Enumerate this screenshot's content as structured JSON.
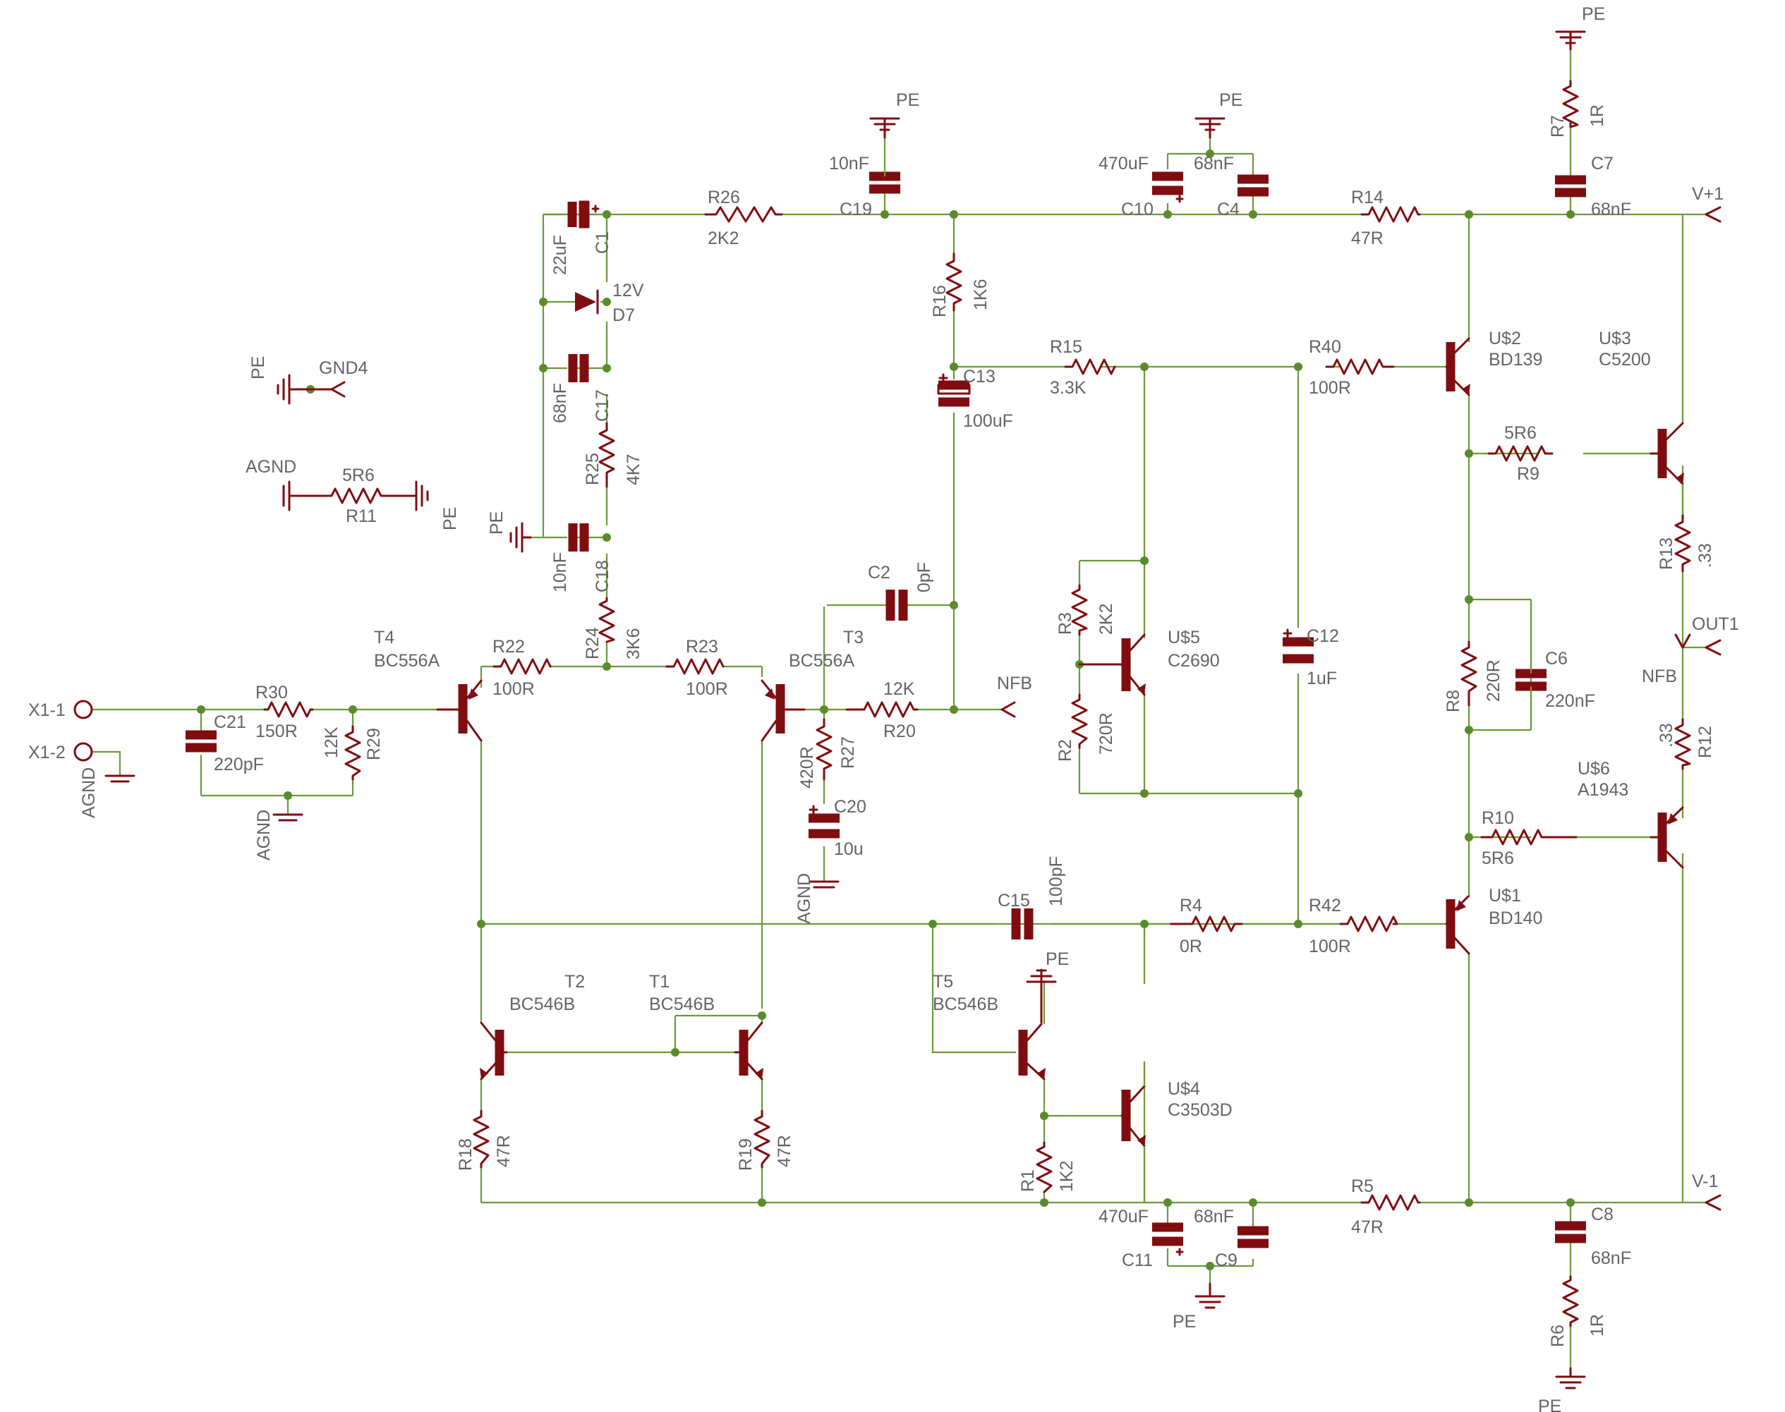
{
  "colors": {
    "wire": "#6a9a3a",
    "component": "#7f0d10",
    "text": "#646464",
    "junction": "#5a8c2b"
  },
  "labels": {
    "pe": "PE",
    "agnd": "AGND",
    "gnd4": "GND4",
    "nfb": "NFB",
    "vpos": "V+1",
    "vneg": "V-1",
    "out1": "OUT1",
    "x1_1": "X1-1",
    "x1_2": "X1-2"
  },
  "components": {
    "r1": {
      "name": "R1",
      "value": "1K2"
    },
    "r2": {
      "name": "R2",
      "value": "720R"
    },
    "r3": {
      "name": "R3",
      "value": "2K2"
    },
    "r4": {
      "name": "R4",
      "value": "0R"
    },
    "r5": {
      "name": "R5",
      "value": "47R"
    },
    "r6": {
      "name": "R6",
      "value": "1R"
    },
    "r7": {
      "name": "R7",
      "value": "1R"
    },
    "r8": {
      "name": "R8",
      "value": "220R"
    },
    "r9": {
      "name": "R9",
      "value": "5R6"
    },
    "r10": {
      "name": "R10",
      "value": "5R6"
    },
    "r11": {
      "name": "R11",
      "value": "5R6"
    },
    "r12": {
      "name": "R12",
      "value": ".33"
    },
    "r13": {
      "name": "R13",
      "value": ".33"
    },
    "r14": {
      "name": "R14",
      "value": "47R"
    },
    "r15": {
      "name": "R15",
      "value": "3.3K"
    },
    "r16": {
      "name": "R16",
      "value": "1K6"
    },
    "r18": {
      "name": "R18",
      "value": "47R"
    },
    "r19": {
      "name": "R19",
      "value": "47R"
    },
    "r20": {
      "name": "R20",
      "value": "12K"
    },
    "r22": {
      "name": "R22",
      "value": "100R"
    },
    "r23": {
      "name": "R23",
      "value": "100R"
    },
    "r24": {
      "name": "R24",
      "value": "3K6"
    },
    "r25": {
      "name": "R25",
      "value": "4K7"
    },
    "r26": {
      "name": "R26",
      "value": "2K2"
    },
    "r27": {
      "name": "R27",
      "value": "420R"
    },
    "r29": {
      "name": "R29",
      "value": "12K"
    },
    "r30": {
      "name": "R30",
      "value": "150R"
    },
    "r40": {
      "name": "R40",
      "value": "100R"
    },
    "r42": {
      "name": "R42",
      "value": "100R"
    },
    "c1": {
      "name": "C1",
      "value": "22uF"
    },
    "c2": {
      "name": "C2",
      "value": "0pF"
    },
    "c4": {
      "name": "C4",
      "value": "68nF"
    },
    "c6": {
      "name": "C6",
      "value": "220nF"
    },
    "c7": {
      "name": "C7",
      "value": "68nF"
    },
    "c8": {
      "name": "C8",
      "value": "68nF"
    },
    "c9": {
      "name": "C9",
      "value": "68nF"
    },
    "c10": {
      "name": "C10",
      "value": "470uF"
    },
    "c11": {
      "name": "C11",
      "value": "470uF"
    },
    "c12": {
      "name": "C12",
      "value": "1uF"
    },
    "c13": {
      "name": "C13",
      "value": "100uF"
    },
    "c15": {
      "name": "C15",
      "value": "100pF"
    },
    "c17": {
      "name": "C17",
      "value": "68nF"
    },
    "c18": {
      "name": "C18",
      "value": "10nF"
    },
    "c19": {
      "name": "C19",
      "value": "10nF"
    },
    "c20": {
      "name": "C20",
      "value": "10u"
    },
    "c21": {
      "name": "C21",
      "value": "220pF"
    },
    "d7": {
      "name": "D7",
      "value": "12V"
    },
    "t1": {
      "name": "T1",
      "value": "BC546B"
    },
    "t2": {
      "name": "T2",
      "value": "BC546B"
    },
    "t3": {
      "name": "T3",
      "value": "BC556A"
    },
    "t4": {
      "name": "T4",
      "value": "BC556A"
    },
    "t5": {
      "name": "T5",
      "value": "BC546B"
    },
    "u1": {
      "name": "U$1",
      "value": "BD140"
    },
    "u2": {
      "name": "U$2",
      "value": "BD139"
    },
    "u3": {
      "name": "U$3",
      "value": "C5200"
    },
    "u4": {
      "name": "U$4",
      "value": "C3503D"
    },
    "u5": {
      "name": "U$5",
      "value": "C2690"
    },
    "u6": {
      "name": "U$6",
      "value": "A1943"
    }
  }
}
